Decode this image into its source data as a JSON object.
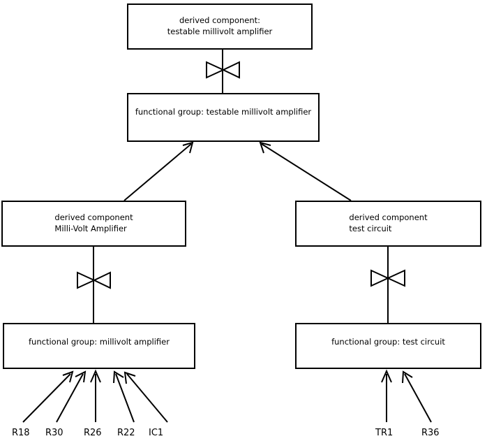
{
  "diagram": {
    "type": "block-hierarchy-diagram",
    "background_color": "#ffffff",
    "line_color": "#000000",
    "nodes": {
      "top_derived": {
        "label": "derived component:\ntestable millivolt amplifier",
        "kind": "derived-component"
      },
      "top_functional_group": {
        "label": "functional group: testable millivolt amplifier",
        "kind": "functional-group"
      },
      "left_derived": {
        "label": "derived component\nMilli-Volt Amplifier",
        "kind": "derived-component"
      },
      "right_derived": {
        "label": "derived component\ntest circuit",
        "kind": "derived-component"
      },
      "left_functional_group": {
        "label": "functional group: millivolt amplifier",
        "kind": "functional-group"
      },
      "right_functional_group": {
        "label": "functional group: test circuit",
        "kind": "functional-group"
      }
    },
    "leaf_labels": {
      "left_group": [
        {
          "name": "R18"
        },
        {
          "name": "R30"
        },
        {
          "name": "R26"
        },
        {
          "name": "R22"
        },
        {
          "name": "IC1"
        }
      ],
      "right_group": [
        {
          "name": "TR1"
        },
        {
          "name": "R36"
        }
      ]
    },
    "connectors": {
      "bowtie_count": 3,
      "bowtie_description": "realization link: two triangles meeting point-to-point crossed by a vertical line",
      "arrow_description": "open V arrowhead pointing at target box"
    }
  }
}
